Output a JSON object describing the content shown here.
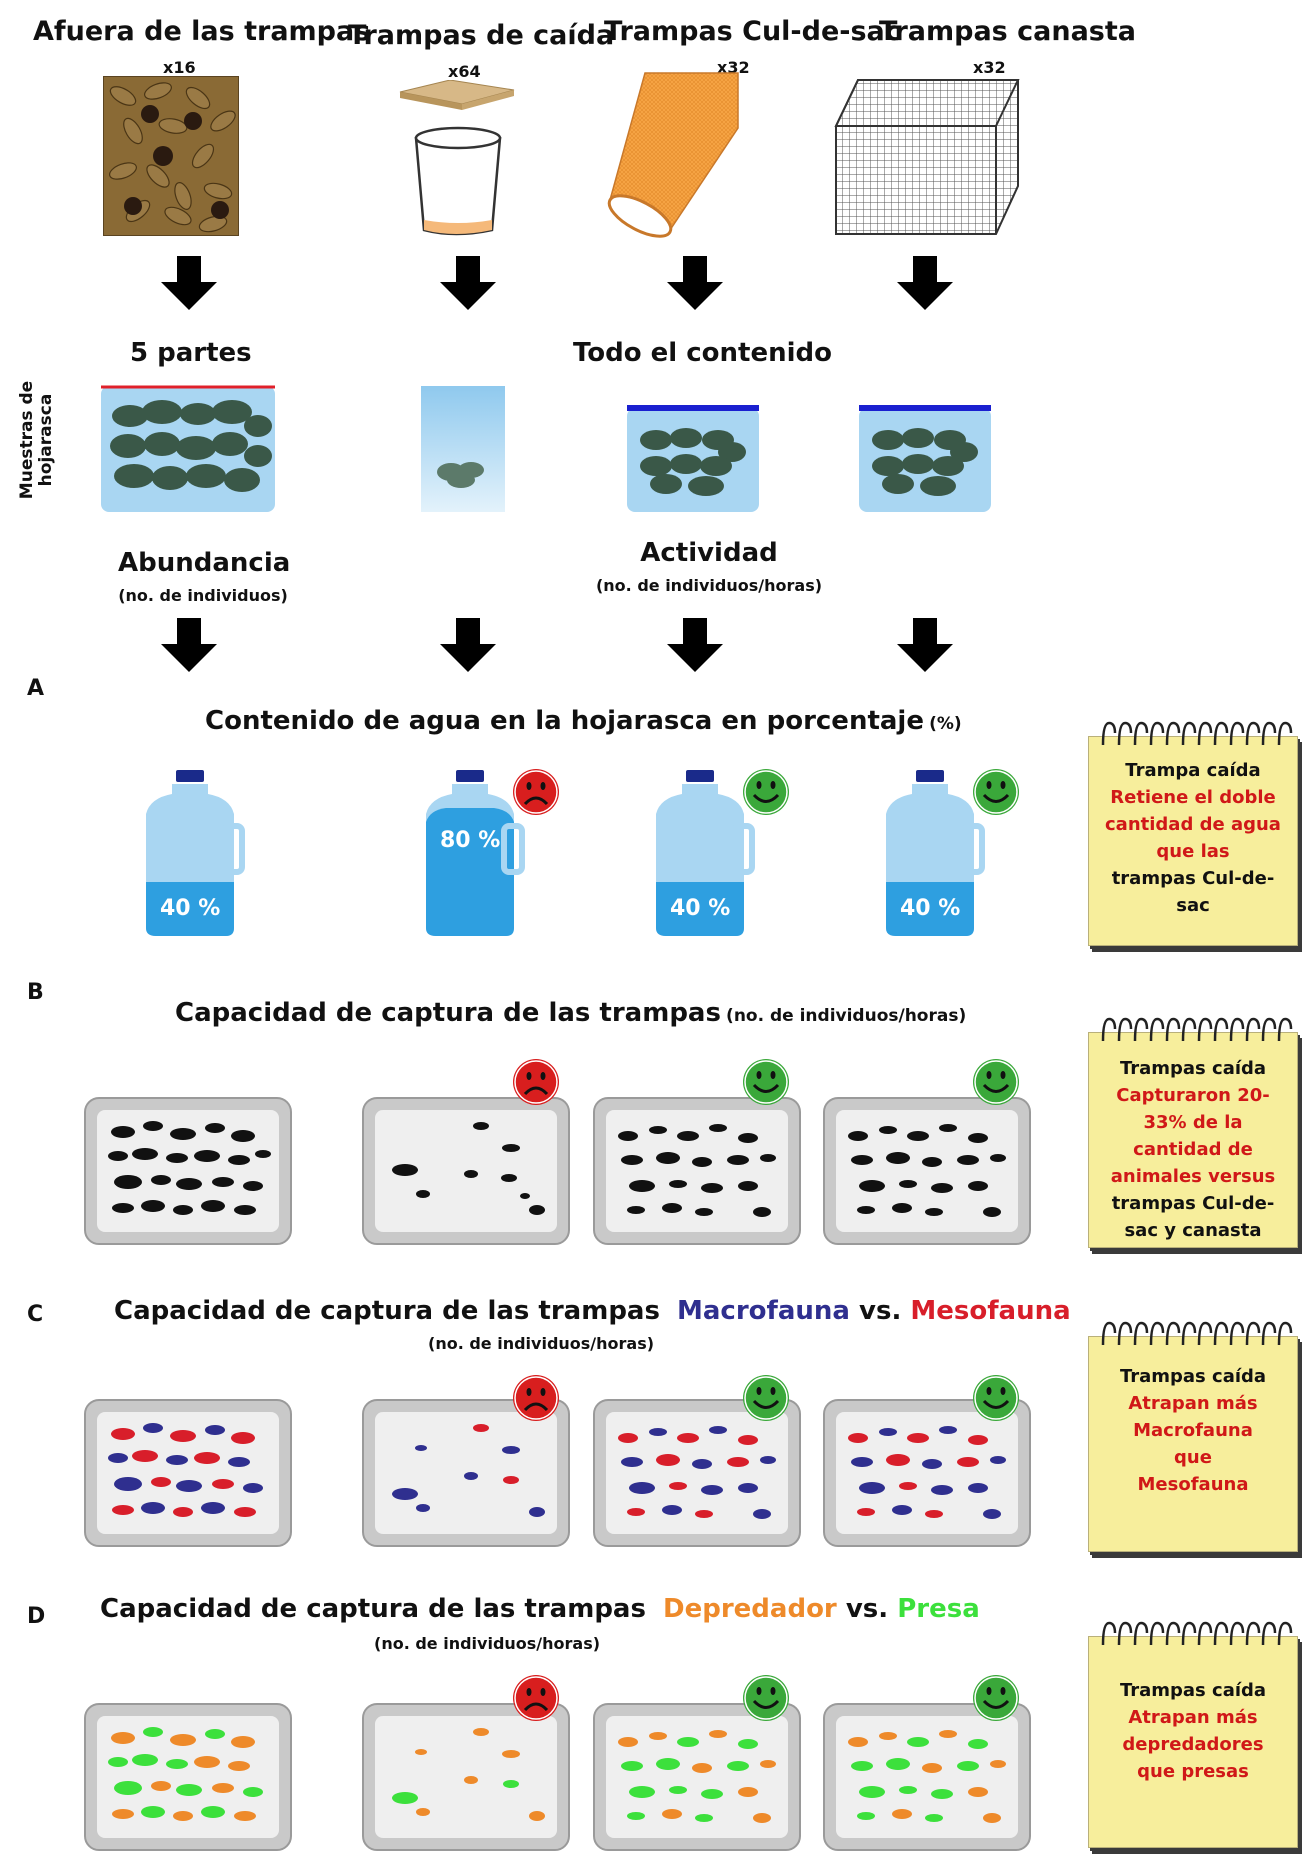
{
  "columns": [
    {
      "title": "Afuera de las trampas",
      "multiplier": "x16"
    },
    {
      "title": "Trampas de caída",
      "multiplier": "x64"
    },
    {
      "title": "Trampas Cul-de-sac",
      "multiplier": "x32"
    },
    {
      "title": "Trampas canasta",
      "multiplier": "x32"
    }
  ],
  "processing": {
    "left_label": "5 partes",
    "right_label": "Todo el contenido",
    "side_label": "Muestras de hojarasca"
  },
  "measures": {
    "abundance": {
      "title": "Abundancia",
      "subtitle": "(no. de individuos)"
    },
    "activity": {
      "title": "Actividad",
      "subtitle": "(no. de individuos/horas)"
    }
  },
  "section_a": {
    "label": "A",
    "title": "Contenido de agua en la hojarasca en porcentaje",
    "title_unit": "(%)",
    "bottles": [
      "40 %",
      "80 %",
      "40 %",
      "40 %"
    ],
    "fill_levels": [
      0.4,
      0.8,
      0.4,
      0.4
    ],
    "faces": [
      "none",
      "sad",
      "happy",
      "happy"
    ],
    "note": {
      "line1": "Trampa caída",
      "highlight": "Retiene el doble cantidad de agua que las",
      "line3": "trampas Cul-de-sac"
    }
  },
  "section_b": {
    "label": "B",
    "title": "Capacidad de captura de las trampas",
    "title_unit": "(no. de individuos/horas)",
    "faces": [
      "none",
      "sad",
      "happy",
      "happy"
    ],
    "note": {
      "line1": "Trampas caída",
      "highlight": "Capturaron 20-33% de la cantidad de animales versus",
      "line3": "trampas Cul-de-sac y canasta"
    }
  },
  "section_c": {
    "label": "C",
    "title": "Capacidad de captura de las trampas",
    "term1": "Macrofauna",
    "vs": "vs.",
    "term2": "Mesofauna",
    "subtitle": "(no. de individuos/horas)",
    "faces": [
      "none",
      "sad",
      "happy",
      "happy"
    ],
    "note": {
      "line1": "Trampas caída",
      "highlight": "Atrapan más Macrofauna que Mesofauna",
      "line3": ""
    }
  },
  "section_d": {
    "label": "D",
    "title": "Capacidad de captura de las trampas",
    "term1": "Depredador",
    "vs": "vs.",
    "term2": "Presa",
    "subtitle": "(no. de individuos/horas)",
    "faces": [
      "none",
      "sad",
      "happy",
      "happy"
    ],
    "note": {
      "line1": "Trampas caída",
      "highlight": "Atrapan más depredadores que presas",
      "line3": ""
    }
  },
  "colors": {
    "macrofauna": "#2f2f8f",
    "mesofauna": "#d81e2a",
    "depredador": "#ee8a2a",
    "presa": "#3ce03c",
    "sad_face": "#d81e1e",
    "happy_face": "#3aa83a",
    "bottle_light": "#a9d6f2",
    "bottle_water": "#2e9fe0",
    "note_bg": "#f7ee9c"
  }
}
